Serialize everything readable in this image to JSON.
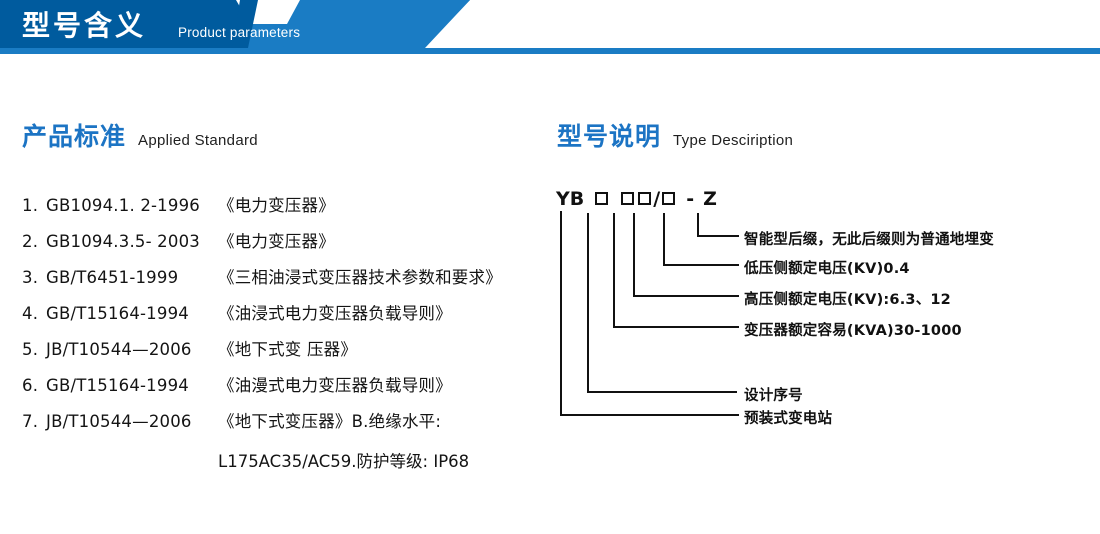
{
  "banner": {
    "title": "型号含义",
    "subtitle": "Product parameters",
    "color_dark": "#005b9e",
    "color_light": "#1a7cc4"
  },
  "sections": {
    "standard": {
      "cn": "产品标准",
      "en": "Applied Standard",
      "accent": "#1c74c4"
    },
    "type": {
      "cn": "型号说明",
      "en": "Type Desciription",
      "accent": "#1c74c4"
    }
  },
  "standards": [
    {
      "num": "1.",
      "code": "GB1094.1. 2-1996",
      "name": "《电力变压器》"
    },
    {
      "num": "2.",
      "code": "GB1094.3.5- 2003",
      "name": "《电力变压器》"
    },
    {
      "num": "3.",
      "code": "GB/T6451-1999",
      "name": "《三相油浸式变压器技术参数和要求》"
    },
    {
      "num": "4.",
      "code": "GB/T15164-1994",
      "name": "《油浸式电力变压器负载导则》"
    },
    {
      "num": "5.",
      "code": "JB/T10544—2006",
      "name": "《地下式变 压器》"
    },
    {
      "num": "6.",
      "code": "GB/T15164-1994",
      "name": "《油漫式电力变压器负载导则》"
    },
    {
      "num": "7.",
      "code": "JB/T10544—2006",
      "name": "《地下式变压器》B.绝缘水平:"
    }
  ],
  "standards_continuation": "L175AC35/AC59.防护等级: IP68",
  "type_code": {
    "prefix": "YB",
    "separator": "/",
    "dash": "-",
    "suffix": "Z",
    "box_symbol": "□",
    "full": "YB □ □□/□ - Z"
  },
  "type_labels": [
    {
      "id": "suffix",
      "text": "智能型后缀，无此后缀则为普通地埋变"
    },
    {
      "id": "lv-voltage",
      "text": "低压侧额定电压(KV)0.4"
    },
    {
      "id": "hv-voltage",
      "text": "高压侧额定电压(KV):6.3、12"
    },
    {
      "id": "capacity",
      "text": "变压器额定容易(KVA)30-1000"
    },
    {
      "id": "design-no",
      "text": "设计序号"
    },
    {
      "id": "substation",
      "text": "预装式变电站"
    }
  ]
}
